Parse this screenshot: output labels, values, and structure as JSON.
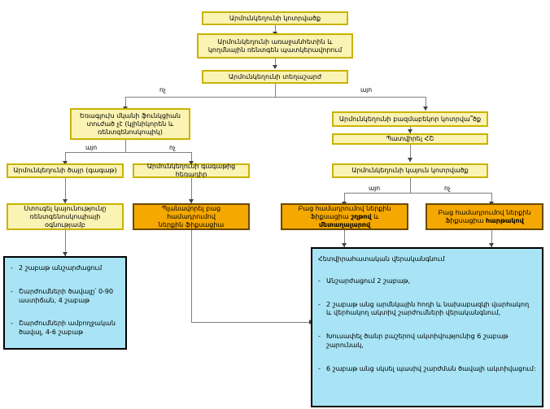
{
  "diagram": {
    "title": "Armöunkeghuni kotrvatsq algorithm",
    "colors": {
      "yellow_fill": "#fbf3b4",
      "yellow_border": "#c9b300",
      "orange_fill": "#f5a800",
      "orange_border": "#6b4a00",
      "cyan_fill": "#a8e4f5",
      "cyan_border": "#000000",
      "edge": "#808080"
    },
    "nodes": {
      "n1": "Արմունկեղունի կոտրվածք",
      "n2_line1": "Արմունկեղունի առաջանհետին և",
      "n2_line2": "կողմնային ռենտգեն պատկերավորում",
      "n3": "Արմունկեղունի տեղաշարժ",
      "n4_line1": "Եռագլուխ մկանի ֆունկցիան",
      "n4_line2": "տուժած չէ (կլինիկորեն և",
      "n4_line3": "ռենտգենոսկոպիկ)",
      "n5": "Արմունկեղունի բազմաբեկոր կոտրվա՞ծք",
      "n6": "Պատվիրել ՀՇ",
      "n7": "Արմունկեղունի ծայր (գագաթ)",
      "n8": "Արմունկեղունի գագաթից հեռադիր",
      "n9": "Արմունկեղունի կայուն կոտրվածք",
      "n10_line1": "Ստուգել կայունությունը",
      "n10_line2": "ռենտգենոսկոպիայի օգնությամբ",
      "n11_line1": "Պլանավորել բաց համադրումով",
      "n11_line2": "ներքին ֆիքսացիա",
      "n12_line1": "Բաց համադրումով ներքին",
      "n12_line2_pre": "Ֆիքսացիա ",
      "n12_line2_bold_a": "շղթով",
      "n12_line2_mid": " և ",
      "n12_line2_bold_b": "մետաղալարով",
      "n13_line1": "Բաց համադրումով ներքին",
      "n13_line2_pre": "Ֆիքսացիա ",
      "n13_line2_bold": "հարթակով"
    },
    "edge_labels": {
      "l1_no": "ոչ",
      "l1_yes": "այո",
      "l2_yes": "այո",
      "l2_no": "ոչ",
      "l3_yes": "այո",
      "l3_no": "ոչ"
    },
    "left_outcome_box": {
      "items": [
        "2 շաբաթ անշարժացում",
        "Շարժումների ծավալը՝ 0-90 աստիճան, 4 շաբաթ",
        "Շարժումների ամբողջական ծավալ, 4-6 շաբաթ"
      ]
    },
    "right_outcome_box": {
      "header": "Հետվիրահատական վերականգնում",
      "items": [
        "Անշարժացում 2 շաբաթ,",
        "2 շաբաթ անց արմնկային հոդի և նախաբազկի վարհակող և վերհակող ակտիվ շարժումների վերականգնում,",
        "Խուսափել ծանր բաշերով ակտիվությունից 6 շաբաթ շարունակ,",
        "6 շաբաթ անց սկսել պասիվ շարժման ծավալի ակտիվացում:"
      ]
    }
  }
}
